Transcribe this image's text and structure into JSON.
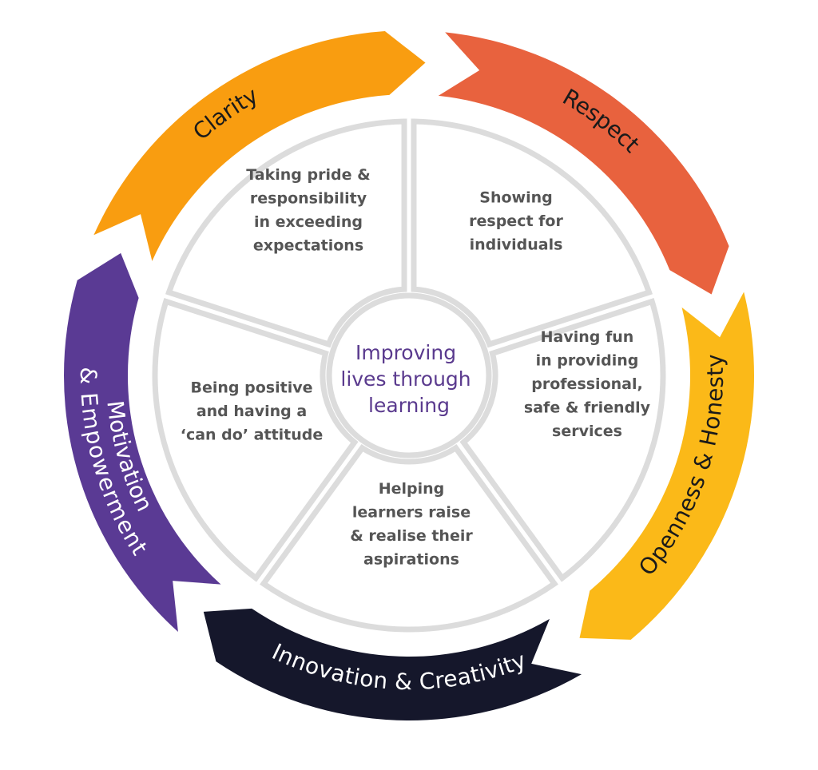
{
  "center": {
    "lines": [
      "Improving",
      "lives through",
      "learning"
    ],
    "color": "#5a3a8e"
  },
  "segments": [
    {
      "lines": [
        "Taking pride &",
        "responsibility",
        "in exceeding",
        "expectations"
      ]
    },
    {
      "lines": [
        "Showing",
        "respect for",
        "individuals"
      ]
    },
    {
      "lines": [
        "Having fun",
        "in providing",
        "professional,",
        "safe & friendly",
        "services"
      ]
    },
    {
      "lines": [
        "Helping",
        "learners raise",
        "& realise their",
        "aspirations"
      ]
    },
    {
      "lines": [
        "Being positive",
        "and having a",
        "‘can do’ attitude"
      ]
    }
  ],
  "values": [
    {
      "label": "Clarity",
      "color": "#f99d10",
      "text_color": "#1a1a1a"
    },
    {
      "label": "Respect",
      "color": "#e8623e",
      "text_color": "#1a1a1a"
    },
    {
      "label": "Openness & Honesty",
      "color": "#fbb918",
      "text_color": "#1a1a1a"
    },
    {
      "label": "Innovation & Creativity",
      "color": "#15172b",
      "text_color": "#ffffff"
    },
    {
      "label": "Motivation",
      "label2": "& Empowerment",
      "color": "#5a3a94",
      "text_color": "#ffffff"
    }
  ],
  "colors": {
    "segment_outline": "#dcdcdc",
    "segment_text": "#555555"
  }
}
